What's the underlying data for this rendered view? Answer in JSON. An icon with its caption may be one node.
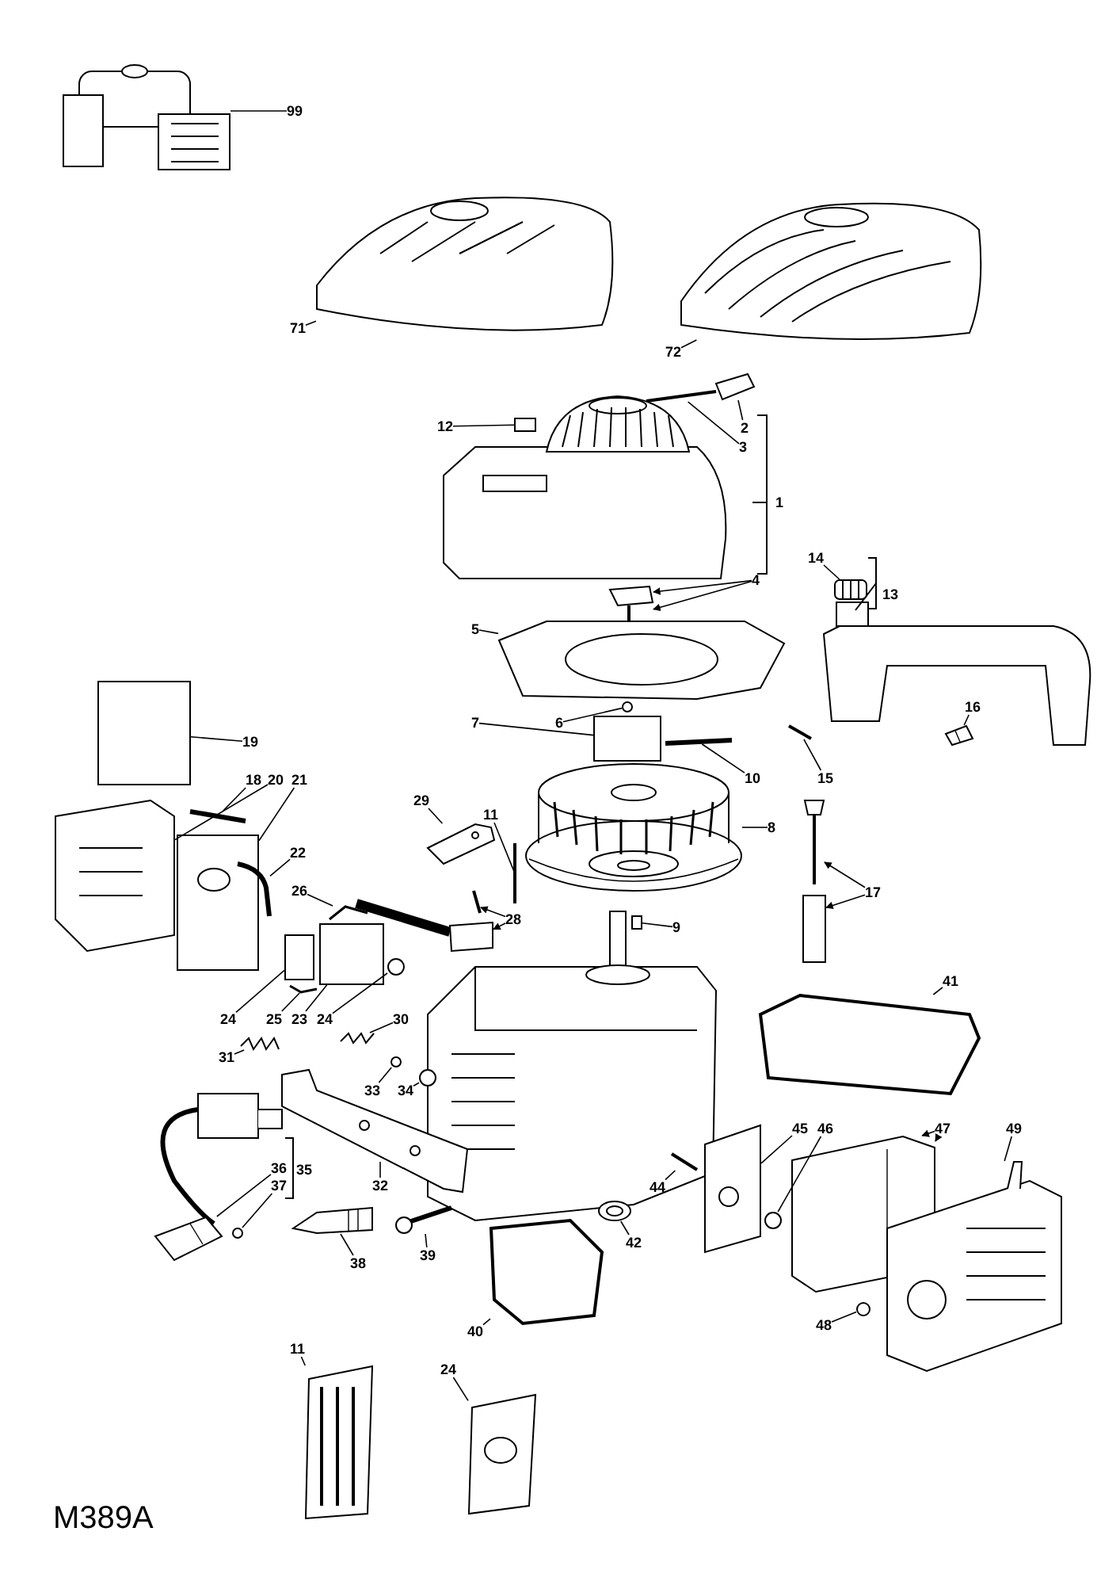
{
  "diagram": {
    "nodes": [
      {
        "text": [
          "99"
        ]
      },
      {
        "text": [
          "71"
        ]
      },
      {
        "text": [
          "72"
        ]
      },
      {
        "text": [
          "12"
        ]
      },
      {
        "text": [
          "2"
        ]
      },
      {
        "text": [
          "3"
        ]
      },
      {
        "text": [
          "1"
        ]
      },
      {
        "text": [
          "4"
        ]
      },
      {
        "text": [
          "14"
        ]
      },
      {
        "text": [
          "13"
        ]
      },
      {
        "text": [
          "5"
        ]
      },
      {
        "text": [
          "6"
        ]
      },
      {
        "text": [
          "7"
        ]
      },
      {
        "text": [
          "19"
        ]
      },
      {
        "text": [
          "16"
        ]
      },
      {
        "text": [
          "10"
        ]
      },
      {
        "text": [
          "15"
        ]
      },
      {
        "text": [
          "18"
        ]
      },
      {
        "text": [
          "20"
        ]
      },
      {
        "text": [
          "21"
        ]
      },
      {
        "text": [
          "8"
        ]
      },
      {
        "text": [
          "29"
        ]
      },
      {
        "text": [
          "11"
        ]
      },
      {
        "text": [
          "22"
        ]
      },
      {
        "text": [
          "26"
        ]
      },
      {
        "text": [
          "17"
        ]
      },
      {
        "text": [
          "28"
        ]
      },
      {
        "text": [
          "9"
        ]
      },
      {
        "text": [
          "41"
        ]
      },
      {
        "text": [
          "24"
        ]
      },
      {
        "text": [
          "25"
        ]
      },
      {
        "text": [
          "23"
        ]
      },
      {
        "text": [
          "24"
        ]
      },
      {
        "text": [
          "30"
        ]
      },
      {
        "text": [
          "31"
        ]
      },
      {
        "text": [
          "33"
        ]
      },
      {
        "text": [
          "34"
        ]
      },
      {
        "text": [
          "35"
        ]
      },
      {
        "text": [
          "36"
        ]
      },
      {
        "text": [
          "37"
        ]
      },
      {
        "text": [
          "45"
        ]
      },
      {
        "text": [
          "46"
        ]
      },
      {
        "text": [
          "47"
        ]
      },
      {
        "text": [
          "49"
        ]
      },
      {
        "text": [
          "32"
        ]
      },
      {
        "text": [
          "44"
        ]
      },
      {
        "text": [
          "38"
        ]
      },
      {
        "text": [
          "39"
        ]
      },
      {
        "text": [
          "42"
        ]
      },
      {
        "text": [
          "48"
        ]
      },
      {
        "text": [
          "40"
        ]
      },
      {
        "text": [
          "11"
        ]
      },
      {
        "text": [
          "24"
        ]
      },
      {
        "text": [],
        "shape": "picture"
      },
      {
        "text": [],
        "shape": "picture"
      },
      {
        "text": [],
        "shape": "picture"
      },
      {
        "text": [],
        "shape": "box"
      },
      {
        "text": [],
        "shape": "picture"
      },
      {
        "text": [],
        "shape": "picture"
      },
      {
        "text": [],
        "shape": "picture"
      },
      {
        "text": [],
        "shape": "picture"
      },
      {
        "text": [],
        "shape": "picture"
      },
      {
        "text": [],
        "shape": "circle"
      },
      {
        "text": [],
        "shape": "box"
      },
      {
        "text": [],
        "shape": "box"
      },
      {
        "text": [],
        "shape": "picture"
      },
      {
        "text": [],
        "shape": "picture"
      },
      {
        "text": [],
        "shape": "picture"
      },
      {
        "text": [],
        "shape": "picture"
      },
      {
        "text": [],
        "shape": "picture"
      },
      {
        "text": [],
        "shape": "picture"
      },
      {
        "text": [],
        "shape": "picture"
      },
      {
        "text": [],
        "shape": "picture"
      },
      {
        "text": [],
        "shape": "picture"
      },
      {
        "text": [],
        "shape": "picture"
      },
      {
        "text": [],
        "shape": "picture"
      },
      {
        "text": [],
        "shape": "picture"
      },
      {
        "text": [],
        "shape": "box"
      },
      {
        "text": [],
        "shape": "picture"
      },
      {
        "text": [],
        "shape": "picture"
      },
      {
        "text": [],
        "shape": "box"
      },
      {
        "text": [],
        "shape": "picture"
      },
      {
        "text": [],
        "shape": "box"
      },
      {
        "text": [],
        "shape": "picture"
      },
      {
        "text": [],
        "shape": "box"
      },
      {
        "text": [],
        "shape": "circle"
      },
      {
        "text": [],
        "shape": "picture"
      },
      {
        "text": [],
        "shape": "picture"
      },
      {
        "text": [],
        "shape": "circle"
      },
      {
        "text": [],
        "shape": "circle"
      },
      {
        "text": [],
        "shape": "picture"
      },
      {
        "text": [],
        "shape": "circle"
      },
      {
        "text": [],
        "shape": "picture"
      },
      {
        "text": [],
        "shape": "circle"
      },
      {
        "text": [],
        "shape": "picture"
      },
      {
        "text": [],
        "shape": "picture"
      },
      {
        "text": [],
        "shape": "picture"
      },
      {
        "text": [],
        "shape": "picture"
      },
      {
        "text": [],
        "shape": "picture"
      },
      {
        "text": [],
        "shape": "picture"
      },
      {
        "text": [],
        "shape": "picture"
      },
      {
        "text": [],
        "shape": "circle"
      },
      {
        "text": [],
        "shape": "picture"
      },
      {
        "text": [],
        "shape": "picture"
      },
      {
        "text": [],
        "shape": "picture"
      }
    ],
    "edges": [
      {
        "from": 0,
        "to": 53,
        "arrow": "none"
      },
      {
        "from": 1,
        "to": 54,
        "arrow": "none"
      },
      {
        "from": 2,
        "to": 55,
        "arrow": "none"
      },
      {
        "from": 3,
        "to": 56,
        "arrow": "none"
      },
      {
        "from": 4,
        "to": 57,
        "arrow": "none"
      },
      {
        "from": 5,
        "to": 58,
        "arrow": "none"
      },
      {
        "from": 7,
        "to": 59,
        "arrow": "to"
      },
      {
        "from": 7,
        "to": 59,
        "arrow": "to"
      },
      {
        "from": 8,
        "to": 60,
        "arrow": "none"
      },
      {
        "from": 10,
        "to": 61,
        "arrow": "none"
      },
      {
        "from": 11,
        "to": 62,
        "arrow": "none"
      },
      {
        "from": 12,
        "to": 63,
        "arrow": "none"
      },
      {
        "from": 13,
        "to": 64,
        "arrow": "none"
      },
      {
        "from": 14,
        "to": 65,
        "arrow": "none"
      },
      {
        "from": 15,
        "to": 66,
        "arrow": "none"
      },
      {
        "from": 16,
        "to": 67,
        "arrow": "none"
      },
      {
        "from": 17,
        "to": 68,
        "arrow": "none"
      },
      {
        "from": 18,
        "to": 69,
        "arrow": "none"
      },
      {
        "from": 19,
        "to": 70,
        "arrow": "none"
      },
      {
        "from": 20,
        "to": 71,
        "arrow": "none"
      },
      {
        "from": 21,
        "to": 72,
        "arrow": "none"
      },
      {
        "from": 22,
        "to": 73,
        "arrow": "none"
      },
      {
        "from": 23,
        "to": 74,
        "arrow": "none"
      },
      {
        "from": 24,
        "to": 75,
        "arrow": "none"
      },
      {
        "from": 25,
        "to": 76,
        "arrow": "to"
      },
      {
        "from": 25,
        "to": 77,
        "arrow": "to"
      },
      {
        "from": 26,
        "to": 78,
        "arrow": "to"
      },
      {
        "from": 26,
        "to": 79,
        "arrow": "to"
      },
      {
        "from": 27,
        "to": 80,
        "arrow": "none"
      },
      {
        "from": 28,
        "to": 81,
        "arrow": "none"
      },
      {
        "from": 29,
        "to": 82,
        "arrow": "none"
      },
      {
        "from": 30,
        "to": 83,
        "arrow": "none"
      },
      {
        "from": 31,
        "to": 84,
        "arrow": "none"
      },
      {
        "from": 32,
        "to": 85,
        "arrow": "none"
      },
      {
        "from": 33,
        "to": 86,
        "arrow": "none"
      },
      {
        "from": 34,
        "to": 87,
        "arrow": "none"
      },
      {
        "from": 35,
        "to": 88,
        "arrow": "none"
      },
      {
        "from": 36,
        "to": 89,
        "arrow": "none"
      },
      {
        "from": 38,
        "to": 90,
        "arrow": "none"
      },
      {
        "from": 39,
        "to": 91,
        "arrow": "none"
      },
      {
        "from": 40,
        "to": 92,
        "arrow": "none"
      },
      {
        "from": 41,
        "to": 93,
        "arrow": "none"
      },
      {
        "from": 42,
        "to": 94,
        "arrow": "to"
      },
      {
        "from": 42,
        "to": 94,
        "arrow": "to"
      },
      {
        "from": 43,
        "to": 95,
        "arrow": "none"
      },
      {
        "from": 44,
        "to": 96,
        "arrow": "none"
      },
      {
        "from": 45,
        "to": 97,
        "arrow": "none"
      },
      {
        "from": 46,
        "to": 98,
        "arrow": "none"
      },
      {
        "from": 47,
        "to": 99,
        "arrow": "none"
      },
      {
        "from": 48,
        "to": 100,
        "arrow": "none"
      },
      {
        "from": 49,
        "to": 101,
        "arrow": "none"
      },
      {
        "from": 50,
        "to": 102,
        "arrow": "none"
      },
      {
        "from": 51,
        "to": 103,
        "arrow": "none"
      },
      {
        "from": 52,
        "to": 104,
        "arrow": "none"
      }
    ],
    "labels": [
      "M389A"
    ]
  }
}
